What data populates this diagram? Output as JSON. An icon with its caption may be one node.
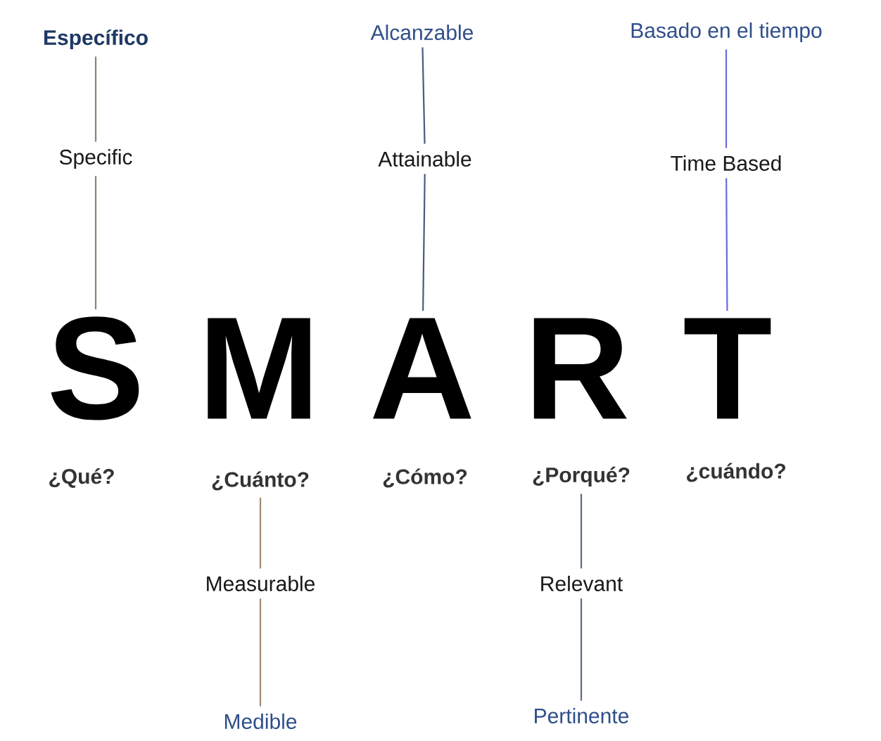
{
  "diagram": {
    "nodes": [
      {
        "text": [
          "Específico"
        ]
      },
      {
        "text": [
          "Alcanzable"
        ]
      },
      {
        "text": [
          "Basado en el tiempo"
        ]
      },
      {
        "text": [
          "Specific"
        ]
      },
      {
        "text": [
          "Attainable"
        ]
      },
      {
        "text": [
          "Time Based"
        ]
      },
      {
        "text": [
          "S"
        ]
      },
      {
        "text": [
          "A"
        ]
      },
      {
        "text": [
          "T"
        ]
      },
      {
        "text": [
          "¿Cuánto?"
        ]
      },
      {
        "text": [
          "¿Porqué?"
        ]
      },
      {
        "text": [
          "Measurable"
        ]
      },
      {
        "text": [
          "Relevant"
        ]
      },
      {
        "text": [
          "Medible"
        ]
      },
      {
        "text": [
          "Pertinente"
        ]
      }
    ],
    "edges": [
      {
        "from": 0,
        "to": 3,
        "arrow": "none",
        "color": "#8a8472"
      },
      {
        "from": 3,
        "to": 6,
        "arrow": "none",
        "color": "#8a8472"
      },
      {
        "from": 1,
        "to": 4,
        "arrow": "none",
        "color": "#4a5a80"
      },
      {
        "from": 4,
        "to": 7,
        "arrow": "none",
        "color": "#4a5a80"
      },
      {
        "from": 2,
        "to": 5,
        "arrow": "none",
        "color": "#6a6ae0"
      },
      {
        "from": 5,
        "to": 8,
        "arrow": "none",
        "color": "#6a6ae0"
      },
      {
        "from": 9,
        "to": 11,
        "arrow": "none",
        "color": "#a08a72"
      },
      {
        "from": 11,
        "to": 13,
        "arrow": "none",
        "color": "#a08a72"
      },
      {
        "from": 10,
        "to": 12,
        "arrow": "none",
        "color": "#5a6a88"
      },
      {
        "from": 12,
        "to": 14,
        "arrow": "none",
        "color": "#5a6a88"
      }
    ],
    "labels": [
      "M",
      "R",
      "¿Qué?",
      "¿Cómo?",
      "¿cuándo?"
    ]
  }
}
